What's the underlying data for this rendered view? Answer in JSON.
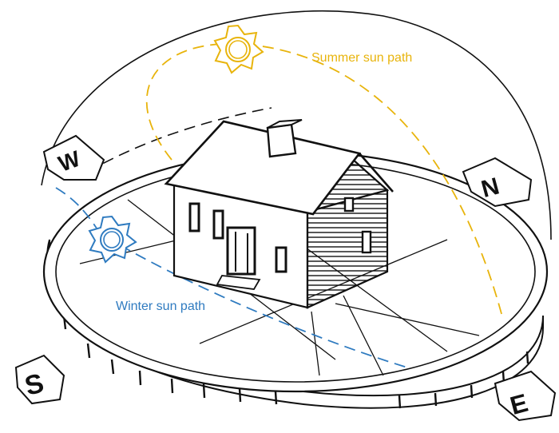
{
  "labels": {
    "summer": "Summer sun path",
    "winter": "Winter sun path"
  },
  "compass": {
    "north": "N",
    "south": "S",
    "east": "E",
    "west": "W"
  },
  "colors": {
    "summer": "#E8B40C",
    "winter": "#2F7BC0",
    "ink": "#111111"
  },
  "icons": {
    "summer_sun": "sun-icon",
    "winter_sun": "sun-icon"
  }
}
